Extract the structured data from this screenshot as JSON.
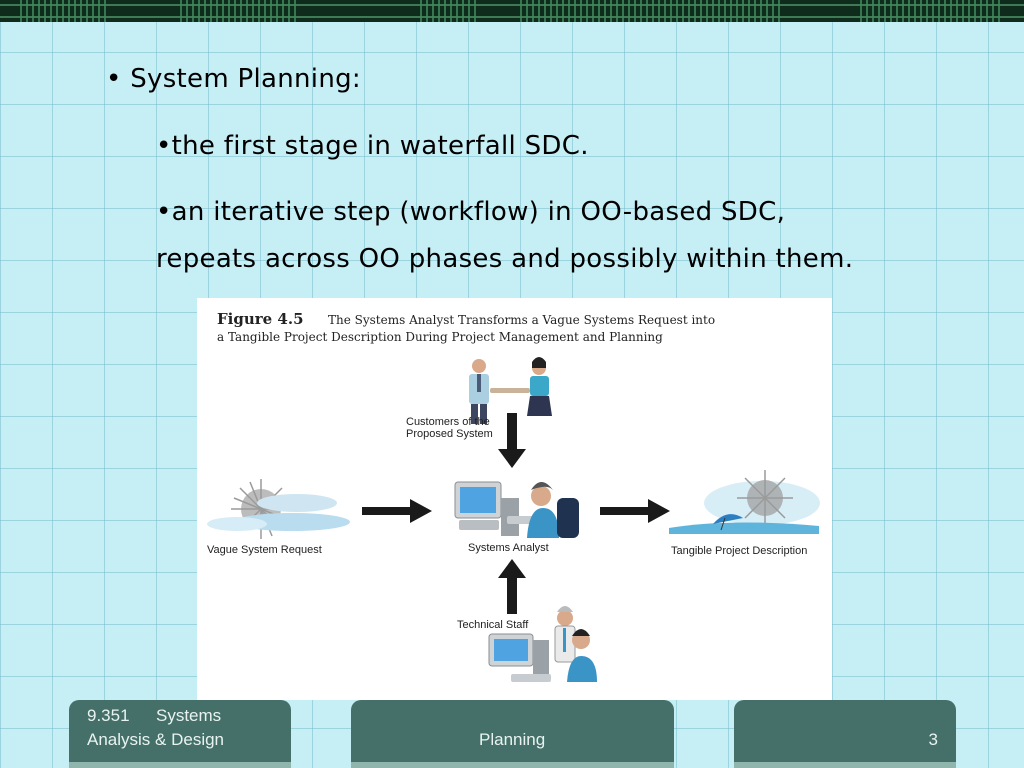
{
  "slide": {
    "bullet_main": "• System Planning:",
    "bullet_sub1": "•the first stage in waterfall SDC.",
    "bullet_sub2_line1": "•an iterative step (workflow) in OO-based SDC,",
    "bullet_sub2_line2": "repeats across OO phases and possibly within them."
  },
  "figure": {
    "number": "Figure 4.5",
    "caption_line1": "The Systems Analyst Transforms a Vague Systems Request into",
    "caption_line2": "a Tangible Project Description During Project Management and Planning",
    "label_customers_1": "Customers of the",
    "label_customers_2": "Proposed System",
    "label_vague": "Vague System Request",
    "label_analyst": "Systems Analyst",
    "label_tangible": "Tangible Project Description",
    "label_technical": "Technical Staff"
  },
  "footer": {
    "course_number": "9.351",
    "course_title_1": "Systems",
    "course_title_2": "Analysis & Design",
    "topic": "Planning",
    "page_number": "3"
  },
  "colors": {
    "background": "#c6eef5",
    "footer": "#45706a",
    "band": "#0f2b1c"
  }
}
